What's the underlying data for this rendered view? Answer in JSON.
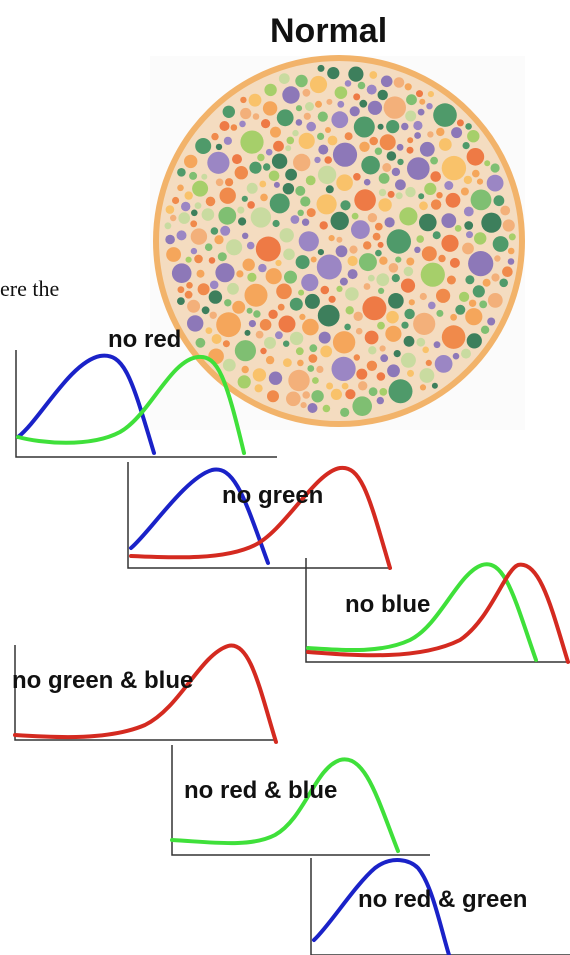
{
  "page": {
    "title": "Normal",
    "clipped_text": "ere the"
  },
  "colors": {
    "red": "#d42a20",
    "green": "#3fe03a",
    "blue": "#1a22c8",
    "axis": "#333333",
    "plate_rim": "#f2b36a",
    "plate_bg": "#f4dcc0"
  },
  "panels": [
    {
      "label": "no red",
      "curves": [
        "blue",
        "green"
      ]
    },
    {
      "label": "no green",
      "curves": [
        "blue",
        "red"
      ]
    },
    {
      "label": "no blue",
      "curves": [
        "green",
        "red"
      ]
    },
    {
      "label": "no green & blue",
      "curves": [
        "red"
      ]
    },
    {
      "label": "no red & blue",
      "curves": [
        "green"
      ]
    },
    {
      "label": "no red & green",
      "curves": [
        "blue"
      ]
    }
  ],
  "plate": {
    "dot_palette": [
      "#f08a4b",
      "#f5a65b",
      "#ee7a45",
      "#f9c26a",
      "#a6cf6a",
      "#7fbf72",
      "#4f9a6a",
      "#3d7f5c",
      "#9b86c4",
      "#8d78b8",
      "#c9dba0",
      "#f3b07a"
    ]
  }
}
